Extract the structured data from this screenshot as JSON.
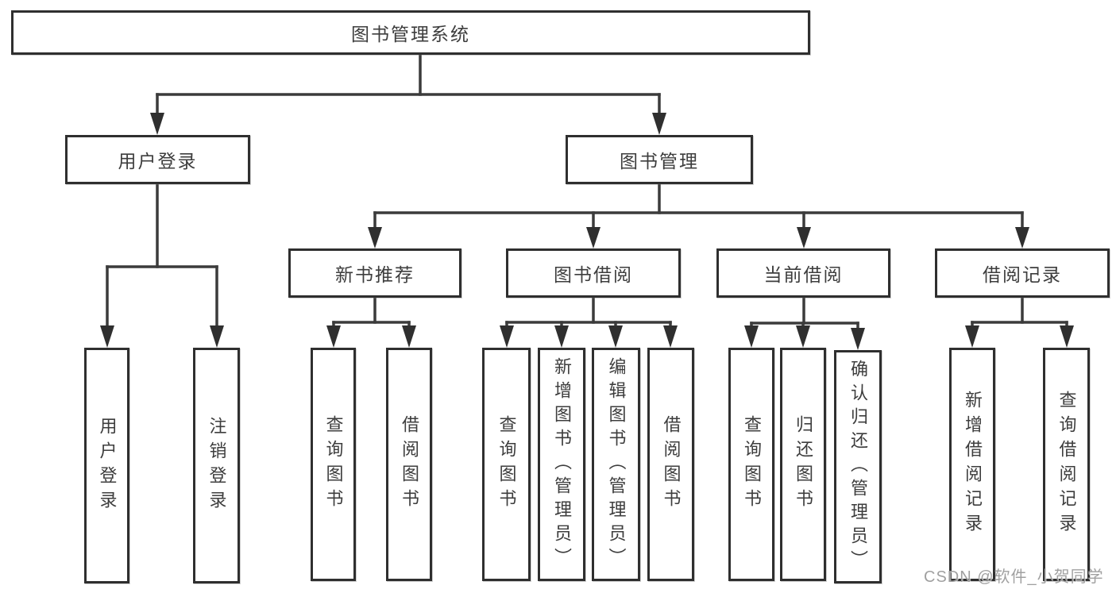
{
  "diagram_title": "图书管理系统",
  "watermark": "CSDN @软件_小贺同学",
  "colors": {
    "background": "#ffffff",
    "line": "#3b3b3b",
    "box_border": "#2f2f2f",
    "text": "#3d3d3d",
    "watermark": "#9b9b9b"
  },
  "tree": {
    "label": "图书管理系统",
    "children": [
      {
        "label": "用户登录",
        "children": [
          {
            "label": "用户登录"
          },
          {
            "label": "注销登录"
          }
        ]
      },
      {
        "label": "图书管理",
        "children": [
          {
            "label": "新书推荐",
            "children": [
              {
                "label": "查询图书"
              },
              {
                "label": "借阅图书"
              }
            ]
          },
          {
            "label": "图书借阅",
            "children": [
              {
                "label": "查询图书"
              },
              {
                "label": "新增图书（管理员）"
              },
              {
                "label": "编辑图书（管理员）"
              },
              {
                "label": "借阅图书"
              }
            ]
          },
          {
            "label": "当前借阅",
            "children": [
              {
                "label": "查询图书"
              },
              {
                "label": "归还图书"
              },
              {
                "label": "确认归还（管理员）"
              }
            ]
          },
          {
            "label": "借阅记录",
            "children": [
              {
                "label": "新增借阅记录"
              },
              {
                "label": "查询借阅记录"
              }
            ]
          }
        ]
      }
    ]
  }
}
